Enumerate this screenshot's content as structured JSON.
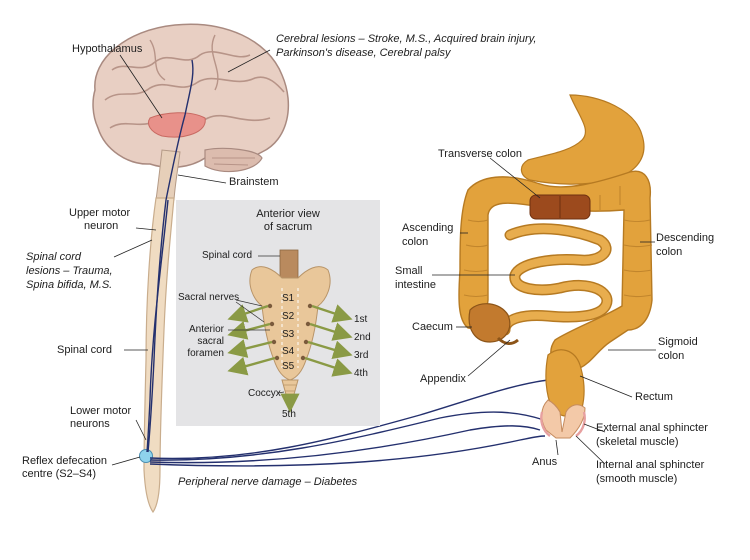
{
  "brain": {
    "hypothalamus": "Hypothalamus",
    "cerebral_lesions_1": "Cerebral lesions – Stroke, M.S., Acquired brain injury,",
    "cerebral_lesions_2": "Parkinson's disease, Cerebral palsy",
    "brainstem": "Brainstem"
  },
  "spine": {
    "upper_motor_1": "Upper motor",
    "upper_motor_2": "neuron",
    "lesions_1": "Spinal cord",
    "lesions_2": "lesions – Trauma,",
    "lesions_3": "Spina bifida, M.S.",
    "spinal_cord": "Spinal cord",
    "lower_motor_1": "Lower motor",
    "lower_motor_2": "neurons",
    "reflex_1": "Reflex defecation",
    "reflex_2": "centre (S2–S4)",
    "peripheral": "Peripheral nerve damage – Diabetes"
  },
  "sacrum_inset": {
    "title_1": "Anterior view",
    "title_2": "of sacrum",
    "spinal_cord": "Spinal cord",
    "sacral_nerves": "Sacral nerves",
    "foramen_1": "Anterior",
    "foramen_2": "sacral",
    "foramen_3": "foramen",
    "coccyx": "Coccyx",
    "segments": [
      "S1",
      "S2",
      "S3",
      "S4",
      "S5"
    ],
    "nerves": [
      "1st",
      "2nd",
      "3rd",
      "4th",
      "5th"
    ]
  },
  "colon": {
    "transverse": "Transverse colon",
    "ascending_1": "Ascending",
    "ascending_2": "colon",
    "descending_1": "Descending",
    "descending_2": "colon",
    "small_int_1": "Small",
    "small_int_2": "intestine",
    "caecum": "Caecum",
    "sigmoid_1": "Sigmoid",
    "sigmoid_2": "colon",
    "appendix": "Appendix",
    "rectum": "Rectum",
    "ext_sphincter_1": "External anal sphincter",
    "ext_sphincter_2": "(skeletal muscle)",
    "anus": "Anus",
    "int_sphincter_1": "Internal anal sphincter",
    "int_sphincter_2": "(smooth muscle)"
  },
  "colors": {
    "nerve": "#24306e",
    "colon": "#e2a23c",
    "brain": "#e8cfc3",
    "inset_bg": "#e4e4e6",
    "sacrum": "#e9c79a",
    "arrow": "#8a9a45"
  }
}
